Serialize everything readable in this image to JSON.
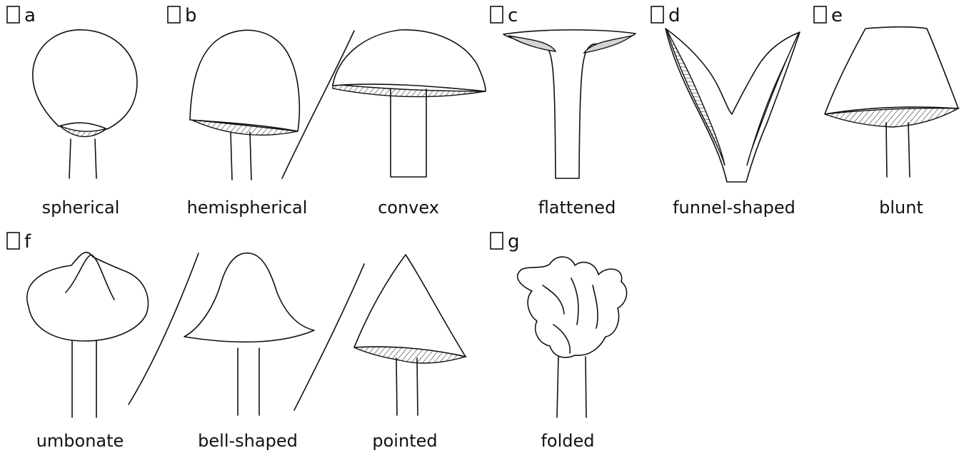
{
  "options": [
    {
      "letter": "a",
      "label": "spherical"
    },
    {
      "letter": "b",
      "label": "hemispherical"
    },
    {
      "letter": "",
      "label": "convex"
    },
    {
      "letter": "c",
      "label": "flattened"
    },
    {
      "letter": "d",
      "label": "funnel-shaped"
    },
    {
      "letter": "e",
      "label": "blunt"
    },
    {
      "letter": "f",
      "label": "umbonate"
    },
    {
      "letter": "",
      "label": "bell-shaped"
    },
    {
      "letter": "",
      "label": "pointed"
    },
    {
      "letter": "g",
      "label": "folded"
    }
  ]
}
